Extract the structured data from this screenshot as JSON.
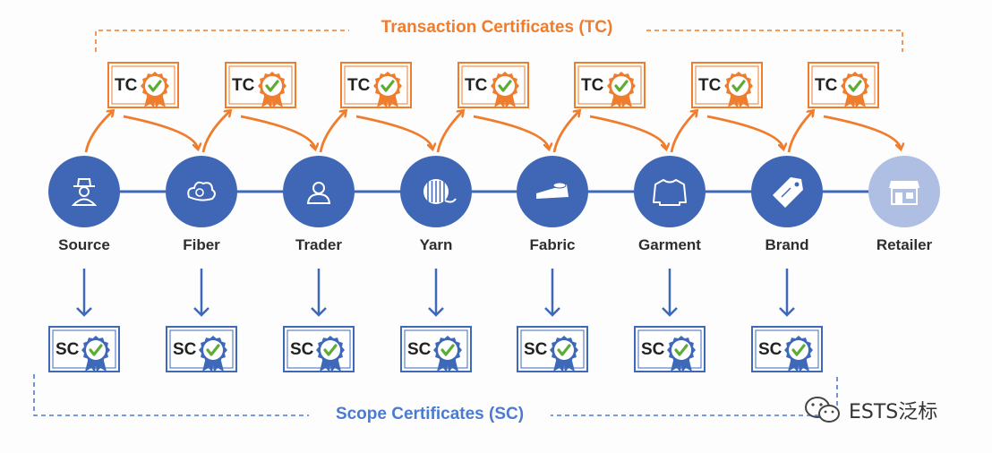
{
  "title_tc": "Transaction Certificates (TC)",
  "title_sc": "Scope Certificates (SC)",
  "tc_badge": "TC",
  "sc_badge": "SC",
  "stages": [
    {
      "label": "Source",
      "icon": "farmer-icon",
      "light": false
    },
    {
      "label": "Fiber",
      "icon": "cotton-fiber-icon",
      "light": false
    },
    {
      "label": "Trader",
      "icon": "person-icon",
      "light": false
    },
    {
      "label": "Yarn",
      "icon": "yarn-ball-icon",
      "light": false
    },
    {
      "label": "Fabric",
      "icon": "fabric-roll-icon",
      "light": false
    },
    {
      "label": "Garment",
      "icon": "sweater-icon",
      "light": false
    },
    {
      "label": "Brand",
      "icon": "price-tag-icon",
      "light": false
    },
    {
      "label": "Retailer",
      "icon": "storefront-icon",
      "light": true
    }
  ],
  "colors": {
    "orange": "#ef7d2d",
    "blue": "#3e68b8",
    "node": "#3f67b6",
    "node_light": "#aebfe3",
    "check": "#5eab35"
  },
  "watermark": {
    "text": "ESTS泛标",
    "icon": "wechat-icon"
  }
}
